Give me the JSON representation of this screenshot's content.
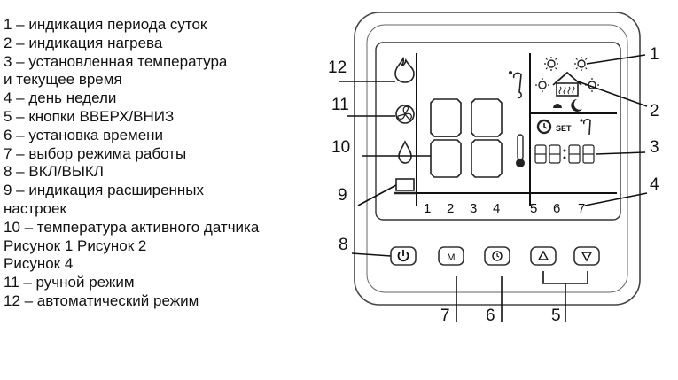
{
  "legend": [
    "1 – индикация периода суток",
    "2 – индикация нагрева",
    "3 – установленная температура",
    "и текущее время",
    "4 – день недели",
    "5 – кнопки ВВЕРХ/ВНИЗ",
    "6 – установка времени",
    "7 – выбор режима работы",
    "8 – ВКЛ/ВЫКЛ",
    "9 – индикация расширенных",
    "настроек",
    "10 – температура активного датчика",
    "Рисунок 1 Рисунок 2",
    "Рисунок 4",
    "11 – ручной режим",
    "12 – автоматический режим"
  ],
  "callouts": {
    "n1": "1",
    "n2": "2",
    "n3": "3",
    "n4": "4",
    "n5": "5",
    "n6": "6",
    "n7": "7",
    "n8": "8",
    "n9": "9",
    "n10": "10",
    "n11": "11",
    "n12": "12"
  },
  "lcd": {
    "days": [
      "1",
      "2",
      "3",
      "4",
      "5",
      "6",
      "7"
    ],
    "set_label": "SET"
  },
  "buttons": {
    "power_icon": "power-icon",
    "mode_label": "M",
    "clock_icon": "clock-icon",
    "up_icon": "triangle-up-icon",
    "down_icon": "triangle-down-icon"
  }
}
